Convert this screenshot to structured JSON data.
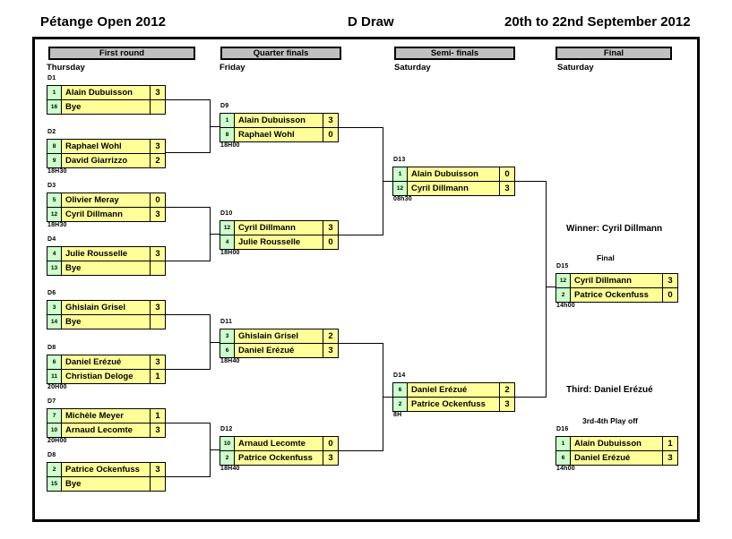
{
  "header": {
    "tournament": "Pétange Open 2012",
    "draw": "D Draw",
    "dates": "20th to 22nd September 2012"
  },
  "rounds": [
    {
      "label": "First round",
      "day": "Thursday"
    },
    {
      "label": "Quarter finals",
      "day": "Friday"
    },
    {
      "label": "Semi- finals",
      "day": "Saturday"
    },
    {
      "label": "Final",
      "day": "Saturday"
    }
  ],
  "first_round": [
    {
      "id": "D1",
      "time": "",
      "p1": {
        "seed": "1",
        "name": "Alain Dubuisson",
        "score": "3"
      },
      "p2": {
        "seed": "16",
        "name": "Bye",
        "score": ""
      }
    },
    {
      "id": "D2",
      "time": "18H30",
      "p1": {
        "seed": "8",
        "name": "Raphael Wohl",
        "score": "3"
      },
      "p2": {
        "seed": "9",
        "name": "David Giarrizzo",
        "score": "2"
      }
    },
    {
      "id": "D3",
      "time": "18H30",
      "p1": {
        "seed": "5",
        "name": "Olivier Meray",
        "score": "0"
      },
      "p2": {
        "seed": "12",
        "name": "Cyril Dillmann",
        "score": "3"
      }
    },
    {
      "id": "D4",
      "time": "",
      "p1": {
        "seed": "4",
        "name": "Julie Rousselle",
        "score": "3"
      },
      "p2": {
        "seed": "13",
        "name": "Bye",
        "score": ""
      }
    },
    {
      "id": "D6",
      "time": "",
      "p1": {
        "seed": "3",
        "name": "Ghislain Grisel",
        "score": "3"
      },
      "p2": {
        "seed": "14",
        "name": "Bye",
        "score": ""
      }
    },
    {
      "id": "D8",
      "time": "20H00",
      "p1": {
        "seed": "6",
        "name": "Daniel Erézué",
        "score": "3"
      },
      "p2": {
        "seed": "11",
        "name": "Christian Deloge",
        "score": "1"
      }
    },
    {
      "id": "D7",
      "time": "20H00",
      "p1": {
        "seed": "7",
        "name": "Michèle Meyer",
        "score": "1"
      },
      "p2": {
        "seed": "10",
        "name": "Arnaud Lecomte",
        "score": "3"
      }
    },
    {
      "id": "D8",
      "time": "",
      "p1": {
        "seed": "2",
        "name": "Patrice Ockenfuss",
        "score": "3"
      },
      "p2": {
        "seed": "15",
        "name": "Bye",
        "score": ""
      }
    }
  ],
  "quarter_finals": [
    {
      "id": "D9",
      "time": "18H00",
      "p1": {
        "seed": "1",
        "name": "Alain Dubuisson",
        "score": "3"
      },
      "p2": {
        "seed": "8",
        "name": "Raphael Wohl",
        "score": "0"
      }
    },
    {
      "id": "D10",
      "time": "18H00",
      "p1": {
        "seed": "12",
        "name": "Cyril Dillmann",
        "score": "3"
      },
      "p2": {
        "seed": "4",
        "name": "Julie Rousselle",
        "score": "0"
      }
    },
    {
      "id": "D11",
      "time": "18H40",
      "p1": {
        "seed": "3",
        "name": "Ghislain Grisel",
        "score": "2"
      },
      "p2": {
        "seed": "6",
        "name": "Daniel Erézué",
        "score": "3"
      }
    },
    {
      "id": "D12",
      "time": "18H40",
      "p1": {
        "seed": "10",
        "name": "Arnaud Lecomte",
        "score": "0"
      },
      "p2": {
        "seed": "2",
        "name": "Patrice Ockenfuss",
        "score": "3"
      }
    }
  ],
  "semi_finals": [
    {
      "id": "D13",
      "time": "08h30",
      "p1": {
        "seed": "1",
        "name": "Alain Dubuisson",
        "score": "0"
      },
      "p2": {
        "seed": "12",
        "name": "Cyril Dillmann",
        "score": "3"
      }
    },
    {
      "id": "D14",
      "time": "8H",
      "p1": {
        "seed": "6",
        "name": "Daniel Erézué",
        "score": "2"
      },
      "p2": {
        "seed": "2",
        "name": "Patrice Ockenfuss",
        "score": "3"
      }
    }
  ],
  "final": {
    "winner_text": "Winner: Cyril Dillmann",
    "caption": "Final",
    "match": {
      "id": "D15",
      "time": "14h00",
      "p1": {
        "seed": "12",
        "name": "Cyril Dillmann",
        "score": "3"
      },
      "p2": {
        "seed": "2",
        "name": "Patrice Ockenfuss",
        "score": "0"
      }
    }
  },
  "third_place": {
    "winner_text": "Third: Daniel Erézué",
    "caption": "3rd-4th Play off",
    "match": {
      "id": "D16",
      "time": "14h00",
      "p1": {
        "seed": "1",
        "name": "Alain Dubuisson",
        "score": "1"
      },
      "p2": {
        "seed": "6",
        "name": "Daniel Erézué",
        "score": "3"
      }
    }
  },
  "colors": {
    "name_fill": "#ffff99",
    "seed_fill": "#ccffcc",
    "header_fill": "#c0c0c0",
    "line": "#000000"
  }
}
